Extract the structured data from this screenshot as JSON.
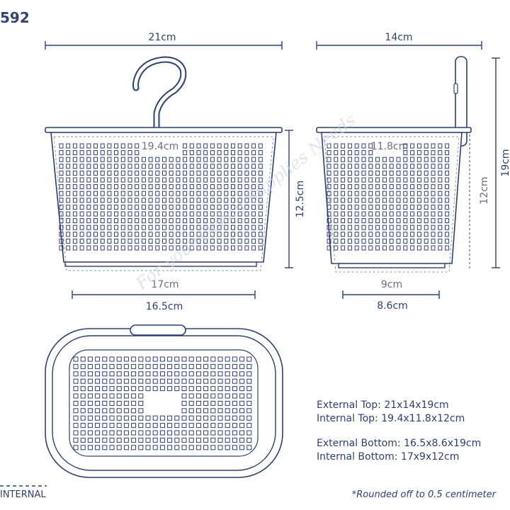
{
  "product_code": "592",
  "watermark": "For your Ocean Supplies Needs",
  "front_view": {
    "external_width": "21cm",
    "internal_width": "19.4cm",
    "external_height": "12.5cm",
    "internal_bottom_width": "17cm",
    "external_bottom_width": "16.5cm"
  },
  "side_view": {
    "external_depth": "14cm",
    "internal_depth": "11.8cm",
    "internal_height": "12cm",
    "total_height": "19cm",
    "internal_bottom_depth": "9cm",
    "external_bottom_depth": "8.6cm"
  },
  "specs": {
    "external_top": "External Top: 21x14x19cm",
    "internal_top": "Internal Top: 19.4x11.8x12cm",
    "external_bottom": "External Bottom: 16.5x8.6x19cm",
    "internal_bottom": "Internal Bottom: 17x9x12cm"
  },
  "legend_internal": "INTERNAL",
  "footnote": "*Rounded off to 0.5 centimeter",
  "colors": {
    "line": "#2f3f73",
    "internal": "#6b7080"
  }
}
